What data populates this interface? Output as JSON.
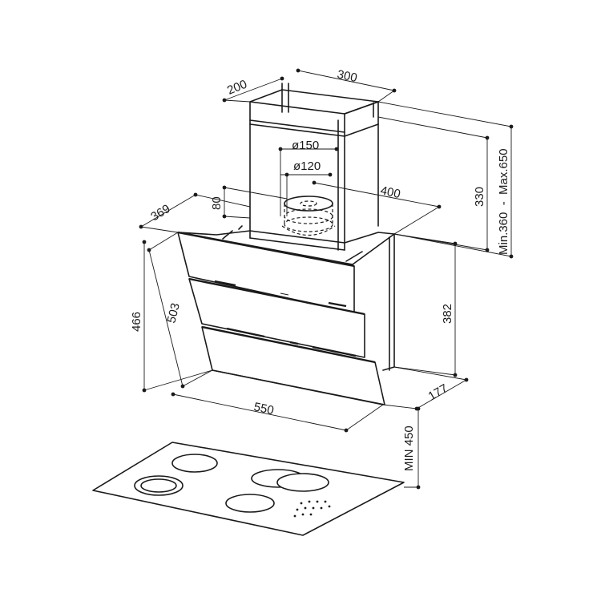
{
  "dimensions": {
    "d_200": "200",
    "d_300": "300",
    "d_150": "ø150",
    "d_120": "ø120",
    "d_80": "80",
    "d_369": "369",
    "d_400": "400",
    "d_330": "330",
    "d_range": "Min.360  -  Max.650",
    "d_382": "382",
    "d_503": "503",
    "d_466": "466",
    "d_550": "550",
    "d_177": "177",
    "d_min450": "MIN 450"
  }
}
